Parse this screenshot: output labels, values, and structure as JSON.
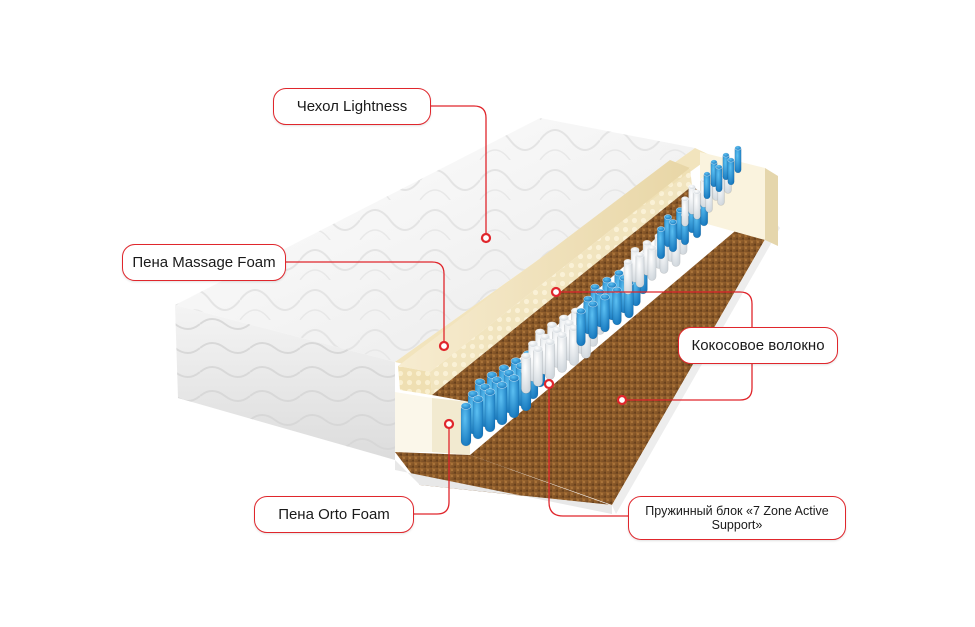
{
  "colors": {
    "accent": "#e0262c",
    "spring_blue": "#1e8fd6",
    "spring_white": "#f2f4f6",
    "coconut": "#8a5a2a",
    "foam_cream": "#f3e7c4",
    "cover_white": "#f7f7f7"
  },
  "callouts": {
    "cover": "Чехол Lightness",
    "massage_foam": "Пена Massage Foam",
    "coconut_fiber": "Кокосовое волокно",
    "orto_foam": "Пена Orto Foam",
    "spring_block": "Пружинный блок «7 Zone Active Support»"
  }
}
